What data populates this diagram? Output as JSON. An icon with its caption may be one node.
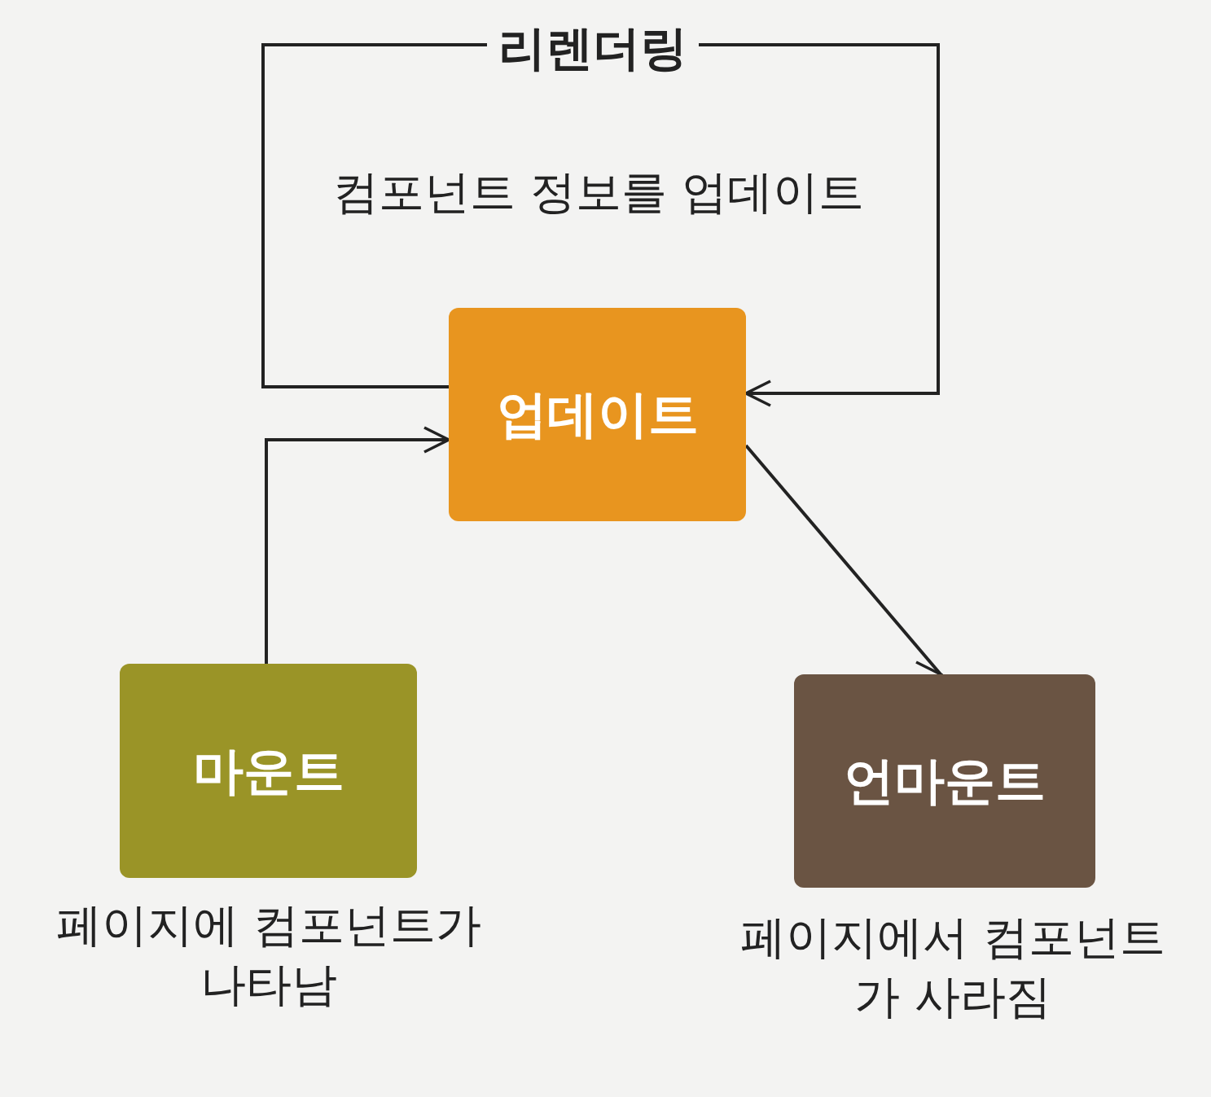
{
  "diagram": {
    "nodes": [
      {
        "text": [
          "업데이트"
        ]
      },
      {
        "text": [
          "마운트"
        ],
        "beside": [
          "페이지에 컴포넌트가 나타남"
        ]
      },
      {
        "text": [
          "언마운트"
        ],
        "beside": [
          "페이지에서 컴포넌트가 사라짐"
        ]
      }
    ],
    "edges": [
      {
        "from": 0,
        "to": 0,
        "arrow": "to",
        "label": "리렌더링"
      },
      {
        "from": 1,
        "to": 0,
        "arrow": "to"
      },
      {
        "from": 0,
        "to": 2,
        "arrow": "to"
      }
    ],
    "labels": [
      "컴포넌트 정보를 업데이트"
    ]
  }
}
